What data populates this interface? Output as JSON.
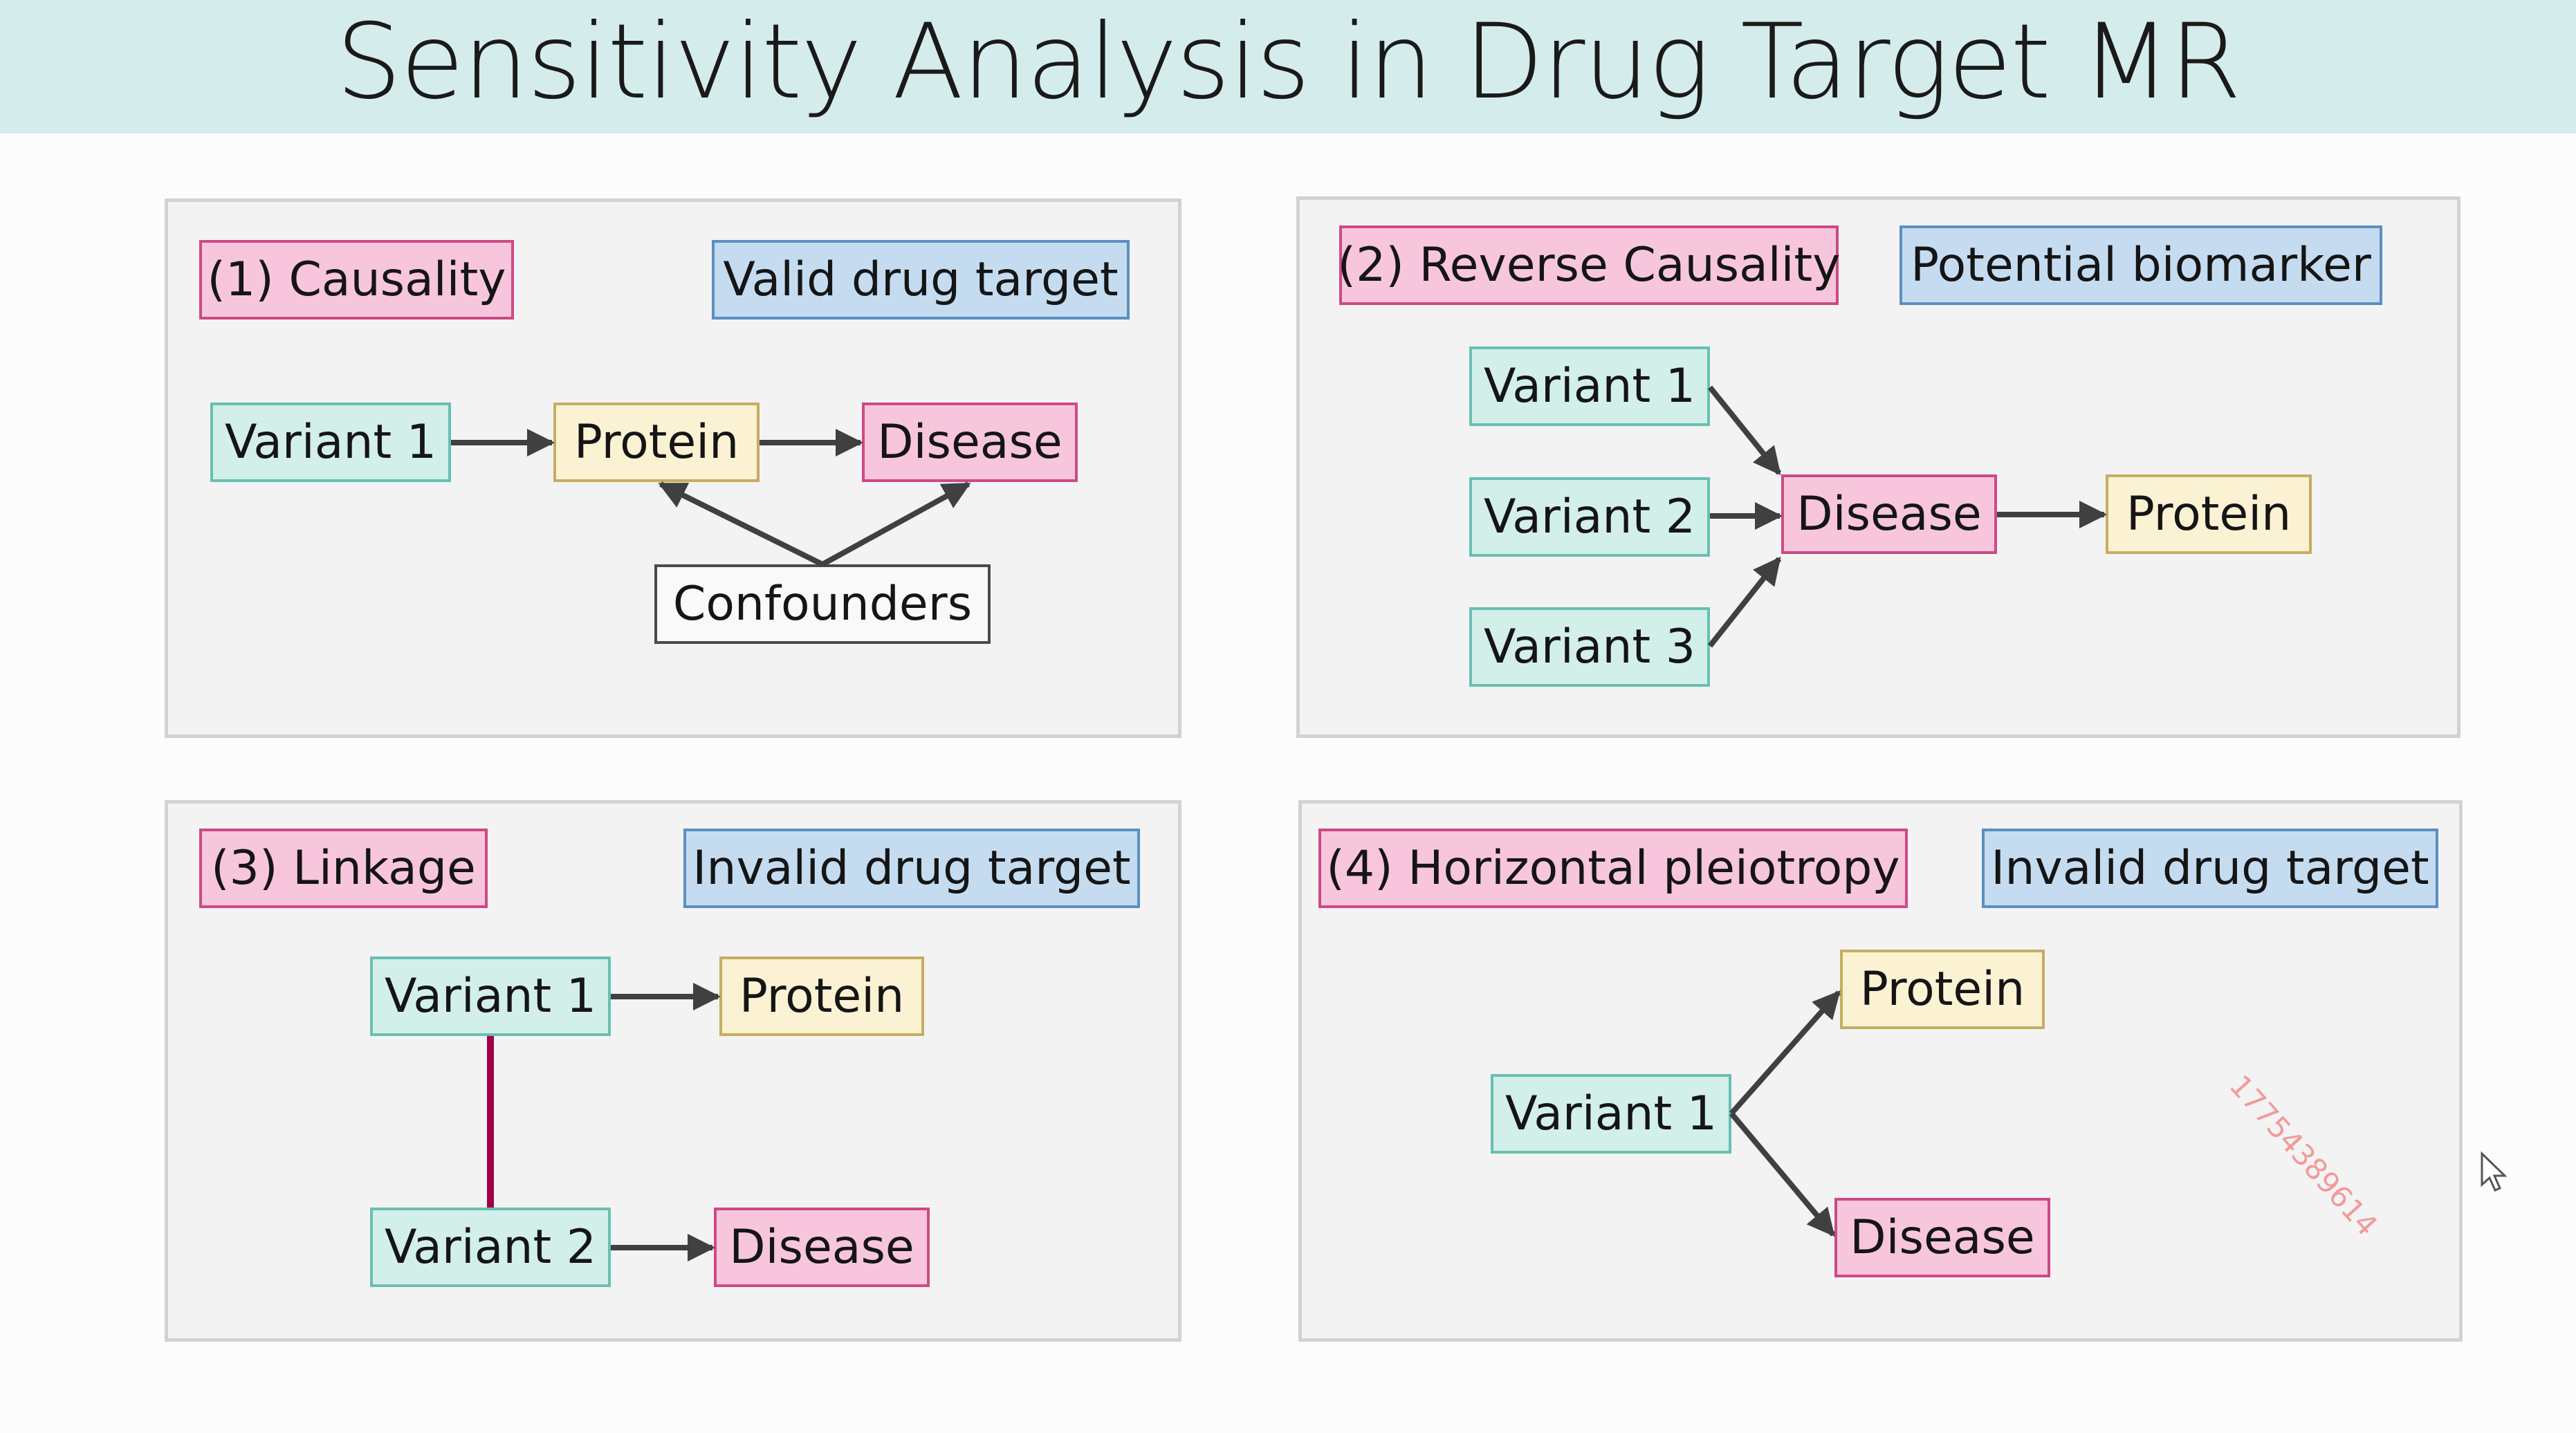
{
  "title": "Sensitivity Analysis in Drug Target MR",
  "panels": {
    "causality": {
      "label": "(1) Causality",
      "tag": "Valid drug target",
      "variant1": "Variant 1",
      "protein": "Protein",
      "disease": "Disease",
      "confounders": "Confounders"
    },
    "reverse_causality": {
      "label": "(2) Reverse Causality",
      "tag": "Potential biomarker",
      "variant1": "Variant 1",
      "variant2": "Variant 2",
      "variant3": "Variant 3",
      "disease": "Disease",
      "protein": "Protein"
    },
    "linkage": {
      "label": "(3) Linkage",
      "tag": "Invalid drug target",
      "variant1": "Variant 1",
      "variant2": "Variant 2",
      "protein": "Protein",
      "disease": "Disease"
    },
    "horizontal_pleiotropy": {
      "label": "(4) Horizontal pleiotropy",
      "tag": "Invalid drug target",
      "variant1": "Variant 1",
      "protein": "Protein",
      "disease": "Disease"
    }
  },
  "watermark": "17754389614",
  "colors": {
    "label_pink": "#f7c6dc",
    "tag_blue": "#c5dcf0",
    "variant_teal": "#d3efea",
    "protein_yellow": "#fbf2d4",
    "linkage_line": "#a0004a",
    "arrow": "#404040"
  }
}
